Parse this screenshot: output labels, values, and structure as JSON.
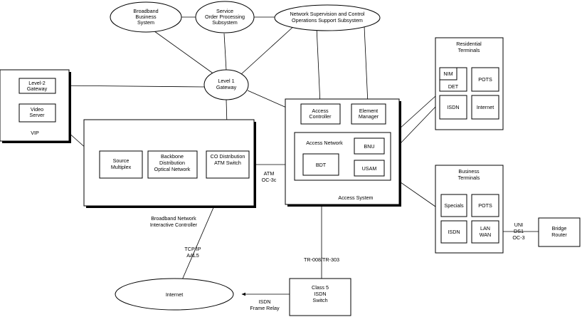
{
  "ovals": {
    "broadband_business": [
      "Broadband",
      "Business",
      "System"
    ],
    "service_order": [
      "Service",
      "Order Processing",
      "Subsystem"
    ],
    "network_supervision": [
      "Network Supervision and Control",
      "Operations Support Subsystem"
    ],
    "level1_gateway": [
      "Level 1",
      "Gateway"
    ],
    "internet": [
      "Internet"
    ]
  },
  "vip": {
    "label": "VIP",
    "level2_gateway": [
      "Level-2",
      "Gateway"
    ],
    "video_server": [
      "Video",
      "Server"
    ]
  },
  "broadband_network": {
    "label": [
      "Broadband Network",
      "Interactive Controller"
    ],
    "source_multiplex": [
      "Source",
      "Multiplex"
    ],
    "backbone": [
      "Backbone",
      "Distribution",
      "Optical Network"
    ],
    "co_distribution": [
      "CO Distribution",
      "ATM Switch"
    ]
  },
  "access_system": {
    "label": "Access System",
    "access_controller": [
      "Access",
      "Controller"
    ],
    "element_manager": [
      "Element",
      "Manager"
    ],
    "access_network": "Access Network",
    "bnu": "BNU",
    "bdt": "BDT",
    "usam": "USAM"
  },
  "residential": {
    "title": [
      "Residential",
      "Terminals"
    ],
    "nim": "NIM",
    "det": "DET",
    "pots": "POTS",
    "isdn": "ISDN",
    "internet": "Internet"
  },
  "business": {
    "title": [
      "Business",
      "Terminals"
    ],
    "specials": "Specials",
    "pots": "POTS",
    "isdn": "ISDN",
    "lan_wan": [
      "LAN",
      "WAN"
    ]
  },
  "bridge_router": [
    "Bridge",
    "Router"
  ],
  "class5_switch": [
    "Class 5",
    "ISDN",
    "Switch"
  ],
  "link_labels": {
    "atm_oc3c": [
      "ATM",
      "OC-3c"
    ],
    "tcp_ip": [
      "TCP/IP",
      "AAL5"
    ],
    "tr_008": "TR-008/TR-303",
    "isdn_frame_relay": [
      "ISDN",
      "Frame Relay"
    ],
    "uni": [
      "UNI",
      "DS1",
      "OC-3"
    ]
  }
}
